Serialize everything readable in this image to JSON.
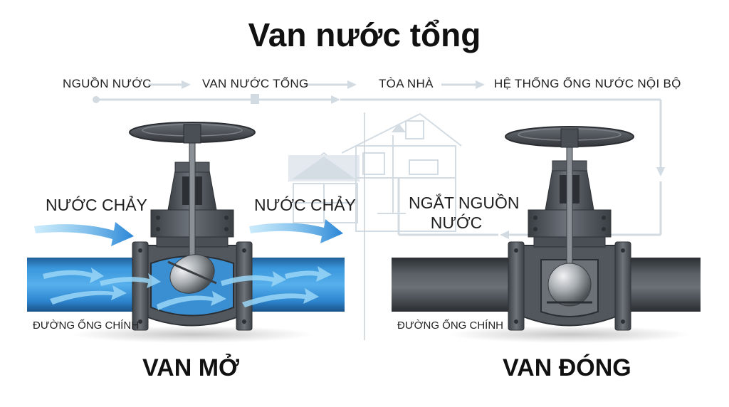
{
  "title": "Van nước tổng",
  "flow": {
    "steps": [
      "NGUỒN NƯỚC",
      "VAN NƯỚC TỔNG",
      "TÒA NHÀ",
      "HỆ THỐNG ỐNG NƯỚC NỘI BỘ"
    ]
  },
  "open_valve": {
    "label_left": "NƯỚC CHẢY",
    "label_right": "NƯỚC CHẢY",
    "pipe_label": "ĐƯỜNG ỐNG CHÍNH",
    "state": "VAN MỞ"
  },
  "closed_valve": {
    "cut_line1": "NGẮT NGUỒN",
    "cut_line2": "NƯỚC",
    "pipe_label": "ĐƯỜNG ỐNG CHÍNH",
    "state": "VAN ĐÓNG"
  },
  "colors": {
    "water": "#2f8fd8",
    "water_light": "#6cc0f0",
    "valve_body": "#4a4f55",
    "pipe_dark": "#3d4247",
    "diagram_line": "#d5dde4"
  }
}
